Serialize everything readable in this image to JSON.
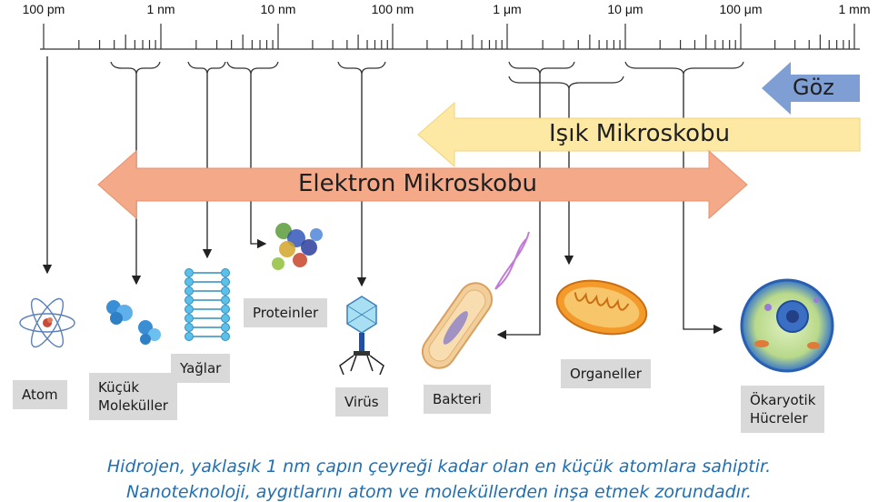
{
  "scale": {
    "ticks": [
      {
        "label": "100 pm"
      },
      {
        "label": "1 nm"
      },
      {
        "label": "10 nm"
      },
      {
        "label": "100 nm"
      },
      {
        "label": "1 μm"
      },
      {
        "label": "10 μm"
      },
      {
        "label": "100 μm"
      },
      {
        "label": "1 mm"
      }
    ]
  },
  "ranges": {
    "goz": {
      "label": "Göz",
      "color": "#7f9fd4"
    },
    "isik": {
      "label": "Işık Mikroskobu",
      "color": "#fde9a4"
    },
    "elektron": {
      "label": "Elektron Mikroskobu",
      "color": "#f4a989"
    }
  },
  "items": {
    "atom": "Atom",
    "kucuk": "Küçük\nMoleküller",
    "yaglar": "Yağlar",
    "proteinler": "Proteinler",
    "virus": "Virüs",
    "bakteri": "Bakteri",
    "organeller": "Organeller",
    "okaryotik": "Ökaryotik\nHücreler"
  },
  "caption": {
    "line1": "Hidrojen, yaklaşık 1 nm çapın çeyreği kadar olan en küçük atomlara sahiptir.",
    "line2": "Nanoteknoloji, aygıtlarını atom ve moleküllerden inşa etmek zorundadır."
  }
}
